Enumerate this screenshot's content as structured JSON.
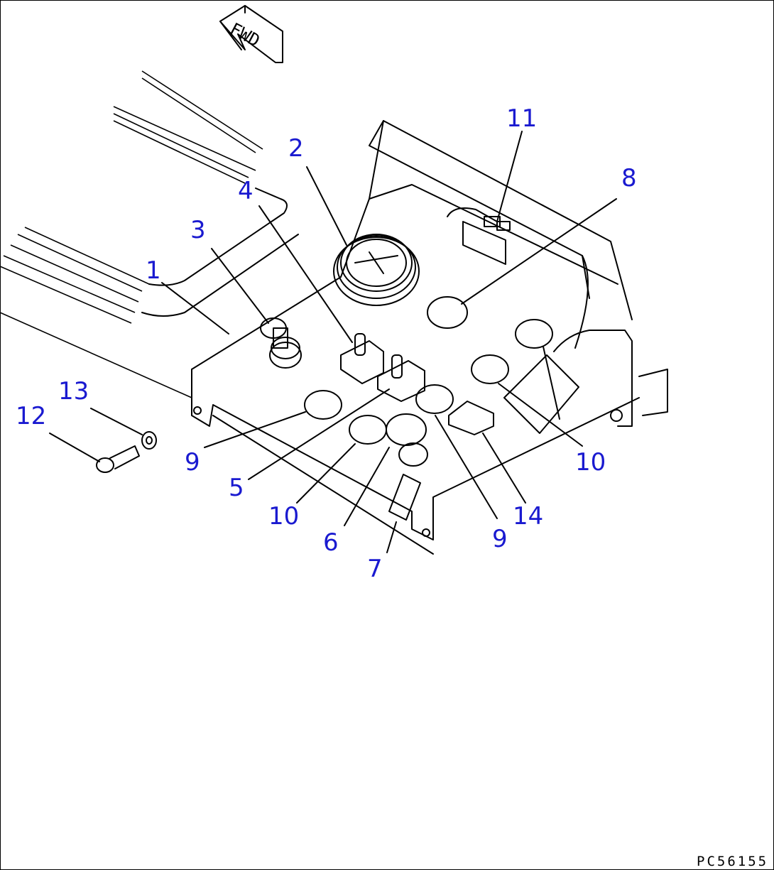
{
  "diagram": {
    "direction_label": "FWD",
    "drawing_code": "PC56155",
    "callouts": [
      {
        "id": "c1",
        "text": "1"
      },
      {
        "id": "c2",
        "text": "2"
      },
      {
        "id": "c3",
        "text": "3"
      },
      {
        "id": "c4",
        "text": "4"
      },
      {
        "id": "c5",
        "text": "5"
      },
      {
        "id": "c6",
        "text": "6"
      },
      {
        "id": "c7",
        "text": "7"
      },
      {
        "id": "c8",
        "text": "8"
      },
      {
        "id": "c9a",
        "text": "9"
      },
      {
        "id": "c9b",
        "text": "9"
      },
      {
        "id": "c10a",
        "text": "10"
      },
      {
        "id": "c10b",
        "text": "10"
      },
      {
        "id": "c11",
        "text": "11"
      },
      {
        "id": "c12",
        "text": "12"
      },
      {
        "id": "c13",
        "text": "13"
      },
      {
        "id": "c14",
        "text": "14"
      }
    ],
    "colors": {
      "callout": "#1a1ad0",
      "line": "#000000",
      "background": "#ffffff"
    }
  }
}
